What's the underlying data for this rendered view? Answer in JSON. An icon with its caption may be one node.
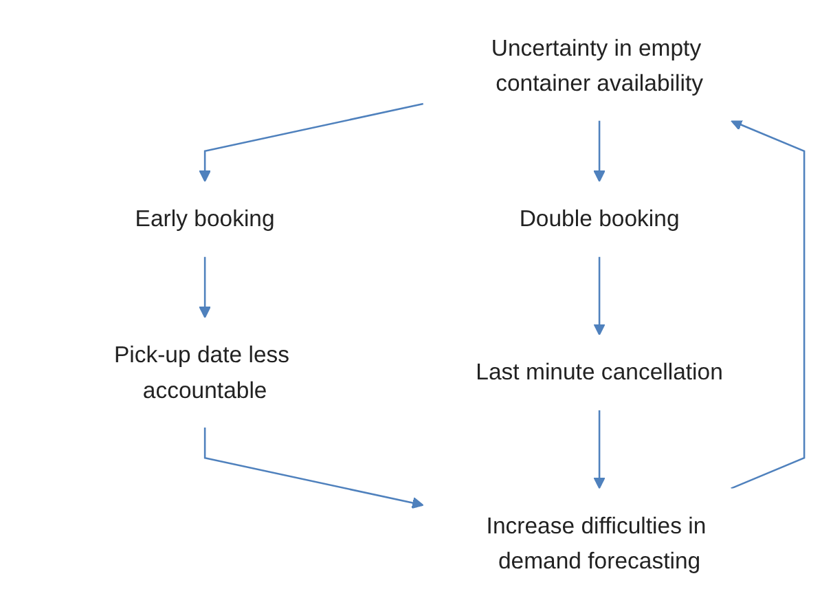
{
  "diagram": {
    "nodes": [
      {
        "text": [
          "Uncertainty in empty container availability"
        ]
      },
      {
        "text": [
          "Early booking"
        ]
      },
      {
        "text": [
          "Double booking"
        ]
      },
      {
        "text": [
          "Pick-up date less accountable"
        ]
      },
      {
        "text": [
          "Last minute cancellation"
        ]
      },
      {
        "text": [
          "Increase difficulties in demand forecasting"
        ]
      }
    ],
    "edges": [
      {
        "from": 0,
        "to": 1,
        "arrow": "to"
      },
      {
        "from": 0,
        "to": 2,
        "arrow": "to"
      },
      {
        "from": 1,
        "to": 3,
        "arrow": "to"
      },
      {
        "from": 2,
        "to": 4,
        "arrow": "to"
      },
      {
        "from": 3,
        "to": 5,
        "arrow": "to"
      },
      {
        "from": 4,
        "to": 5,
        "arrow": "to"
      },
      {
        "from": 5,
        "to": 0,
        "arrow": "to"
      }
    ]
  }
}
